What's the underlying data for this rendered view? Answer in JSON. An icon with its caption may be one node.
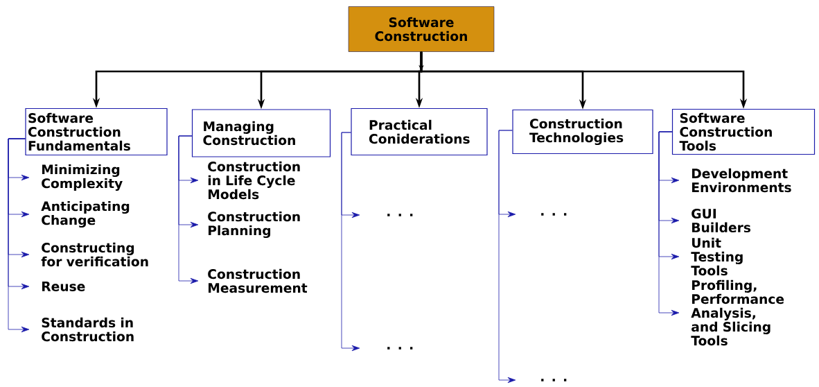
{
  "diagram": {
    "nodes": [
      {
        "text": [
          "Software Construction"
        ]
      },
      {
        "text": [
          "Software Construction Fundamentals"
        ]
      },
      {
        "text": [
          "Managing Construction"
        ]
      },
      {
        "text": [
          "Practical Coniderations"
        ]
      },
      {
        "text": [
          "Construction Technologies"
        ]
      },
      {
        "text": [
          "Software Construction Tools"
        ]
      },
      {
        "text": [
          "Minimizing Complexity"
        ]
      },
      {
        "text": [
          "Anticipating Change"
        ]
      },
      {
        "text": [
          "Constructing for verification"
        ]
      },
      {
        "text": [
          "Reuse"
        ]
      },
      {
        "text": [
          "Standards in Construction"
        ]
      },
      {
        "text": [
          "Construction in Life Cycle Models"
        ]
      },
      {
        "text": [
          "Construction Planning"
        ]
      },
      {
        "text": [
          "Construction Measurement"
        ]
      },
      {
        "text": [
          ". . ."
        ]
      },
      {
        "text": [
          ". . ."
        ]
      },
      {
        "text": [
          ". . ."
        ]
      },
      {
        "text": [
          ". . ."
        ]
      },
      {
        "text": [
          "Development Environments"
        ]
      },
      {
        "text": [
          "GUI Builders"
        ]
      },
      {
        "text": [
          "Unit Testing Tools"
        ]
      },
      {
        "text": [
          "Profiling, Performance Analysis, and Slicing Tools"
        ]
      }
    ],
    "edges": [
      {
        "from": 0,
        "to": 1,
        "arrow": "to",
        "style": "thick",
        "color": "#000000"
      },
      {
        "from": 0,
        "to": 2,
        "arrow": "to",
        "style": "thick",
        "color": "#000000"
      },
      {
        "from": 0,
        "to": 3,
        "arrow": "to",
        "style": "thick",
        "color": "#000000"
      },
      {
        "from": 0,
        "to": 4,
        "arrow": "to",
        "style": "thick",
        "color": "#000000"
      },
      {
        "from": 0,
        "to": 5,
        "arrow": "to",
        "style": "thick",
        "color": "#000000"
      },
      {
        "from": 1,
        "to": 6,
        "arrow": "to"
      },
      {
        "from": 1,
        "to": 7,
        "arrow": "to"
      },
      {
        "from": 1,
        "to": 8,
        "arrow": "to"
      },
      {
        "from": 1,
        "to": 9,
        "arrow": "to"
      },
      {
        "from": 1,
        "to": 10,
        "arrow": "to"
      },
      {
        "from": 2,
        "to": 11,
        "arrow": "to"
      },
      {
        "from": 2,
        "to": 12,
        "arrow": "to"
      },
      {
        "from": 2,
        "to": 13,
        "arrow": "to"
      },
      {
        "from": 3,
        "to": 14,
        "arrow": "to"
      },
      {
        "from": 3,
        "to": 15,
        "arrow": "to"
      },
      {
        "from": 4,
        "to": 16,
        "arrow": "to"
      },
      {
        "from": 4,
        "to": 17,
        "arrow": "to"
      },
      {
        "from": 5,
        "to": 18,
        "arrow": "to"
      },
      {
        "from": 5,
        "to": 19,
        "arrow": "to"
      },
      {
        "from": 5,
        "to": 20,
        "arrow": "to"
      },
      {
        "from": 5,
        "to": 21,
        "arrow": "to"
      }
    ]
  }
}
